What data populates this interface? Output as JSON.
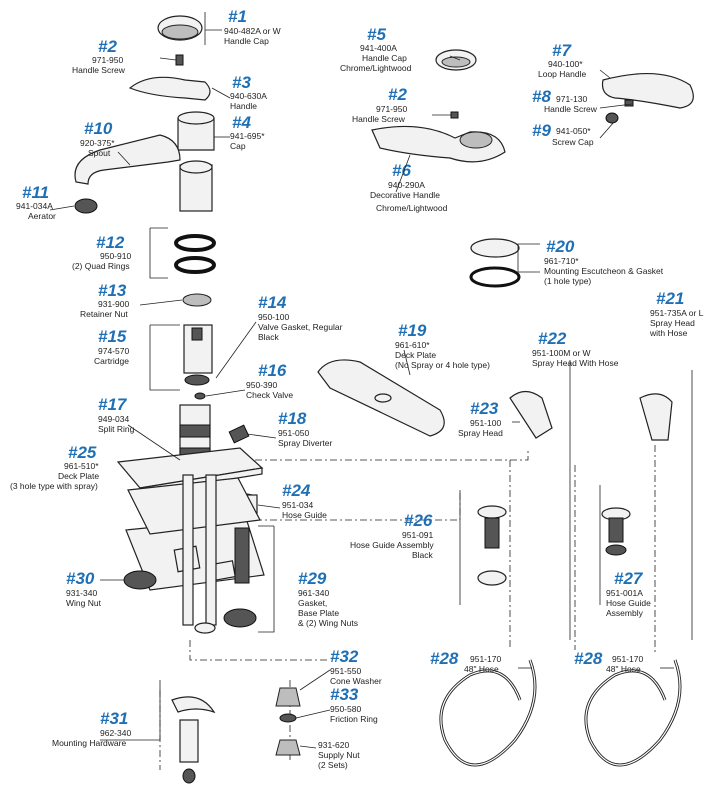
{
  "callouts": [
    {
      "num": "#1",
      "lines": [
        "940-482A or W",
        "Handle Cap"
      ]
    },
    {
      "num": "#2",
      "lines": [
        "971-950",
        "Handle Screw"
      ]
    },
    {
      "num": "#3",
      "lines": [
        "940-630A",
        "Handle"
      ]
    },
    {
      "num": "#4",
      "lines": [
        "941-695*",
        "Cap"
      ]
    },
    {
      "num": "#5",
      "lines": [
        "941-400A",
        "Handle Cap",
        "Chrome/Lightwood"
      ]
    },
    {
      "num": "#2",
      "lines": [
        "971-950",
        "Handle Screw"
      ]
    },
    {
      "num": "#6",
      "lines": [
        "940-290A",
        "Decorative Handle",
        "Chrome/Lightwood"
      ]
    },
    {
      "num": "#7",
      "lines": [
        "940-100*",
        "Loop Handle"
      ]
    },
    {
      "num": "#8",
      "lines": [
        "971-130",
        "Handle Screw"
      ]
    },
    {
      "num": "#9",
      "lines": [
        "941-050*",
        "Screw Cap"
      ]
    },
    {
      "num": "#10",
      "lines": [
        "920-375*",
        "Spout"
      ]
    },
    {
      "num": "#11",
      "lines": [
        "941-034A",
        "Aerator"
      ]
    },
    {
      "num": "#12",
      "lines": [
        "950-910",
        "(2) Quad Rings"
      ]
    },
    {
      "num": "#13",
      "lines": [
        "931-900",
        "Retainer Nut"
      ]
    },
    {
      "num": "#14",
      "lines": [
        "950-100",
        "Valve Gasket, Regular",
        "Black"
      ]
    },
    {
      "num": "#15",
      "lines": [
        "974-570",
        "Cartridge"
      ]
    },
    {
      "num": "#16",
      "lines": [
        "950-390",
        "Check Valve"
      ]
    },
    {
      "num": "#17",
      "lines": [
        "949-034",
        "Split Ring"
      ]
    },
    {
      "num": "#18",
      "lines": [
        "951-050",
        "Spray Diverter"
      ]
    },
    {
      "num": "#19",
      "lines": [
        "961-610*",
        "Deck Plate",
        "(No Spray or 4 hole type)"
      ]
    },
    {
      "num": "#20",
      "lines": [
        "961-710*",
        "Mounting Escutcheon & Gasket",
        "(1 hole type)"
      ]
    },
    {
      "num": "#21",
      "lines": [
        "951-735A or L",
        "Spray Head",
        "with Hose"
      ]
    },
    {
      "num": "#22",
      "lines": [
        "951-100M or W",
        "Spray Head With Hose"
      ]
    },
    {
      "num": "#23",
      "lines": [
        "951-100",
        "Spray Head"
      ]
    },
    {
      "num": "#24",
      "lines": [
        "951-034",
        "Hose Guide"
      ]
    },
    {
      "num": "#25",
      "lines": [
        "961-510*",
        "Deck Plate",
        "(3 hole type with spray)"
      ]
    },
    {
      "num": "#26",
      "lines": [
        "951-091",
        "Hose Guide Assembly",
        "Black"
      ]
    },
    {
      "num": "#27",
      "lines": [
        "951-001A",
        "Hose Guide",
        "Assembly"
      ]
    },
    {
      "num": "#28",
      "lines": [
        "951-170",
        "48\" Hose"
      ]
    },
    {
      "num": "#28",
      "lines": [
        "951-170",
        "48\" Hose"
      ]
    },
    {
      "num": "#29",
      "lines": [
        "961-340",
        "Gasket,",
        "Base Plate",
        "& (2) Wing Nuts"
      ]
    },
    {
      "num": "#30",
      "lines": [
        "931-340",
        "Wing Nut"
      ]
    },
    {
      "num": "#31",
      "lines": [
        "962-340",
        "Mounting Hardware"
      ]
    },
    {
      "num": "#32",
      "lines": [
        "951-550",
        "Cone Washer"
      ]
    },
    {
      "num": "#33",
      "lines": [
        "950-580",
        "Friction Ring"
      ]
    },
    {
      "num": "",
      "lines": [
        "931-620",
        "Supply Nut",
        "(2 Sets)"
      ]
    }
  ]
}
